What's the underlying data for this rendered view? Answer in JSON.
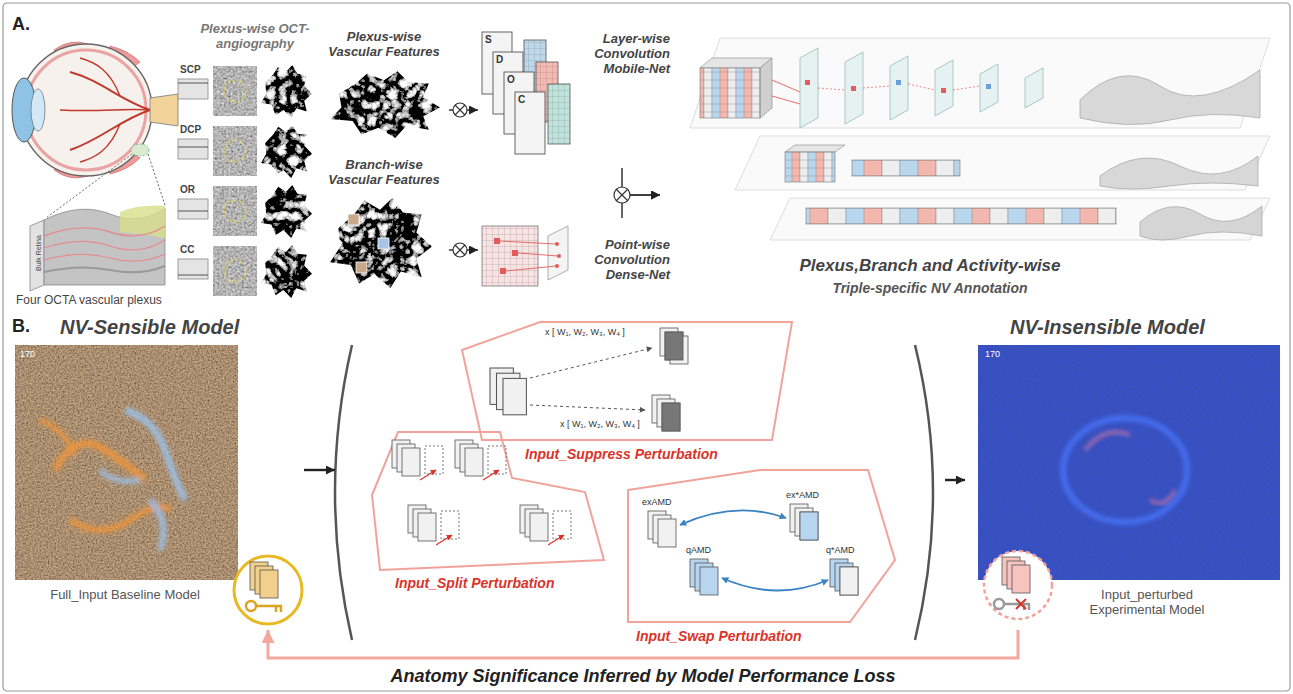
{
  "diagram": {
    "nodes": [
      {
        "text": [
          "Plexus-wise Vascular Features"
        ]
      },
      {
        "text": [
          "Branch-wise Vascular Features"
        ]
      },
      {
        "text": [
          "Layer-wise Convolution Mobile-Net",
          "S",
          "D",
          "O",
          "C"
        ]
      },
      {
        "text": [
          "Point-wise Convolution Dense-Net"
        ]
      },
      {
        "text": [
          "Plexus,Branch and Activity-wise",
          "Triple-specific NV Annotation"
        ]
      },
      {
        "text": [
          "NV-Sensible Model",
          "170",
          "Full_Input Baseline Model"
        ]
      },
      {
        "text": [
          "Input_Split Perturbation"
        ]
      },
      {
        "text": [
          "Input_Suppress Perturbation",
          "x [ W₁, W₂, W₃, W₄ ]",
          "x [ W₁, W₂, W₃, W₄ ]"
        ]
      },
      {
        "text": [
          "Input_Swap Perturbation",
          "exAMD",
          "ex*AMD",
          "qAMD",
          "q*AMD"
        ]
      },
      {
        "text": [
          "NV-Insensible Model",
          "170",
          "Input_perturbed Experimental Model"
        ]
      }
    ],
    "edges": [
      {
        "from": 0,
        "to": 2,
        "arrow": "to"
      },
      {
        "from": 1,
        "to": 3,
        "arrow": "to"
      },
      {
        "from": 2,
        "to": 4,
        "arrow": "to"
      },
      {
        "from": 3,
        "to": 4,
        "arrow": "to"
      },
      {
        "from": 5,
        "to": 6,
        "arrow": "to"
      },
      {
        "from": 8,
        "to": 9,
        "arrow": "to"
      },
      {
        "from": 9,
        "to": 5,
        "label": "Anatomy Significance Inferred by Model Performance Loss",
        "arrow": "to"
      }
    ],
    "labels": [
      "A.",
      "Plexus-wise OCT-angiography",
      "SCP",
      "DCP",
      "OR",
      "CC",
      "Bulk Retina",
      "Four OCTA vascular plexus",
      "B."
    ]
  }
}
